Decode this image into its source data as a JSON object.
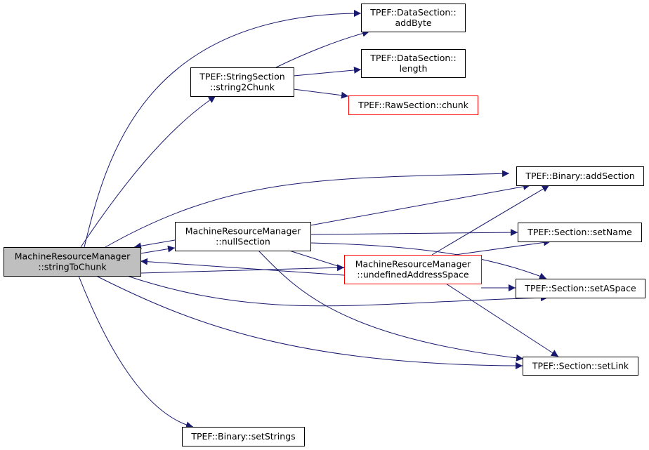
{
  "colors": {
    "edge": "#191970",
    "node_border": "#000000",
    "node_fill": "#ffffff",
    "focus_fill": "#bfbfbf",
    "warn_border": "#ff0000"
  },
  "nodes": {
    "n_stringToChunk": {
      "lines": [
        "MachineResourceManager",
        "::stringToChunk"
      ],
      "style": "focus"
    },
    "n_string2Chunk": {
      "lines": [
        "TPEF::StringSection",
        "::string2Chunk"
      ],
      "style": "normal"
    },
    "n_addByte": {
      "lines": [
        "TPEF::DataSection::",
        "addByte"
      ],
      "style": "normal"
    },
    "n_length": {
      "lines": [
        "TPEF::DataSection::",
        "length"
      ],
      "style": "normal"
    },
    "n_chunk": {
      "lines": [
        "TPEF::RawSection::chunk"
      ],
      "style": "warn"
    },
    "n_addSection": {
      "lines": [
        "TPEF::Binary::addSection"
      ],
      "style": "normal"
    },
    "n_nullSection": {
      "lines": [
        "MachineResourceManager",
        "::nullSection"
      ],
      "style": "normal"
    },
    "n_setName": {
      "lines": [
        "TPEF::Section::setName"
      ],
      "style": "normal"
    },
    "n_undefAS": {
      "lines": [
        "MachineResourceManager",
        "::undefinedAddressSpace"
      ],
      "style": "warn"
    },
    "n_setASpace": {
      "lines": [
        "TPEF::Section::setASpace"
      ],
      "style": "normal"
    },
    "n_setLink": {
      "lines": [
        "TPEF::Section::setLink"
      ],
      "style": "normal"
    },
    "n_setStrings": {
      "lines": [
        "TPEF::Binary::setStrings"
      ],
      "style": "normal"
    }
  },
  "edges": [
    [
      "n_stringToChunk",
      "n_addByte"
    ],
    [
      "n_stringToChunk",
      "n_string2Chunk"
    ],
    [
      "n_stringToChunk",
      "n_addSection"
    ],
    [
      "n_stringToChunk",
      "n_nullSection"
    ],
    [
      "n_stringToChunk",
      "n_undefAS"
    ],
    [
      "n_stringToChunk",
      "n_setASpace"
    ],
    [
      "n_stringToChunk",
      "n_setLink"
    ],
    [
      "n_stringToChunk",
      "n_setStrings"
    ],
    [
      "n_string2Chunk",
      "n_addByte"
    ],
    [
      "n_string2Chunk",
      "n_length"
    ],
    [
      "n_string2Chunk",
      "n_chunk"
    ],
    [
      "n_nullSection",
      "n_stringToChunk"
    ],
    [
      "n_nullSection",
      "n_addSection"
    ],
    [
      "n_nullSection",
      "n_setName"
    ],
    [
      "n_nullSection",
      "n_undefAS"
    ],
    [
      "n_nullSection",
      "n_setASpace"
    ],
    [
      "n_nullSection",
      "n_setLink"
    ],
    [
      "n_undefAS",
      "n_stringToChunk"
    ],
    [
      "n_undefAS",
      "n_addSection"
    ],
    [
      "n_undefAS",
      "n_setName"
    ],
    [
      "n_undefAS",
      "n_setASpace"
    ],
    [
      "n_undefAS",
      "n_setLink"
    ]
  ]
}
